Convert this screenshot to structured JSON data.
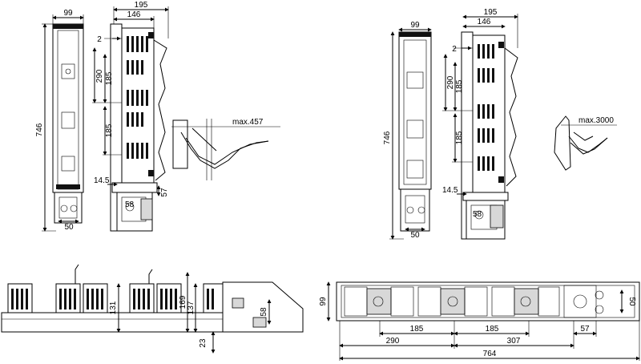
{
  "views": {
    "front_left": {
      "width_top": "99",
      "height_total": "746",
      "bottom_width": "50"
    },
    "side_left": {
      "depth_total": "195",
      "depth_inner": "146",
      "offset_small": "2",
      "pitch_upper": "290",
      "spacing_a": "185",
      "spacing_b": "185",
      "offset_bottom": "14.5",
      "offset_right": "57",
      "bracket": "58",
      "max_opening": "max.457"
    },
    "front_right": {
      "width_top": "99",
      "height_total": "746",
      "bottom_width": "50"
    },
    "side_right": {
      "depth_total": "195",
      "depth_inner": "146",
      "offset_small": "2",
      "pitch_upper": "290",
      "spacing_a": "185",
      "spacing_b": "185",
      "offset_bottom": "14.5",
      "bracket": "58",
      "max_opening": "max.3000"
    },
    "bottom_left": {
      "height_a": "131",
      "height_b": "169",
      "height_c": "137",
      "bracket": "58",
      "offset": "23"
    },
    "bottom_right": {
      "height": "99",
      "spacing_a": "185",
      "spacing_b": "185",
      "offset_right": "57",
      "pitch_a": "290",
      "pitch_b": "307",
      "total_length": "764",
      "right_height": "50"
    }
  }
}
